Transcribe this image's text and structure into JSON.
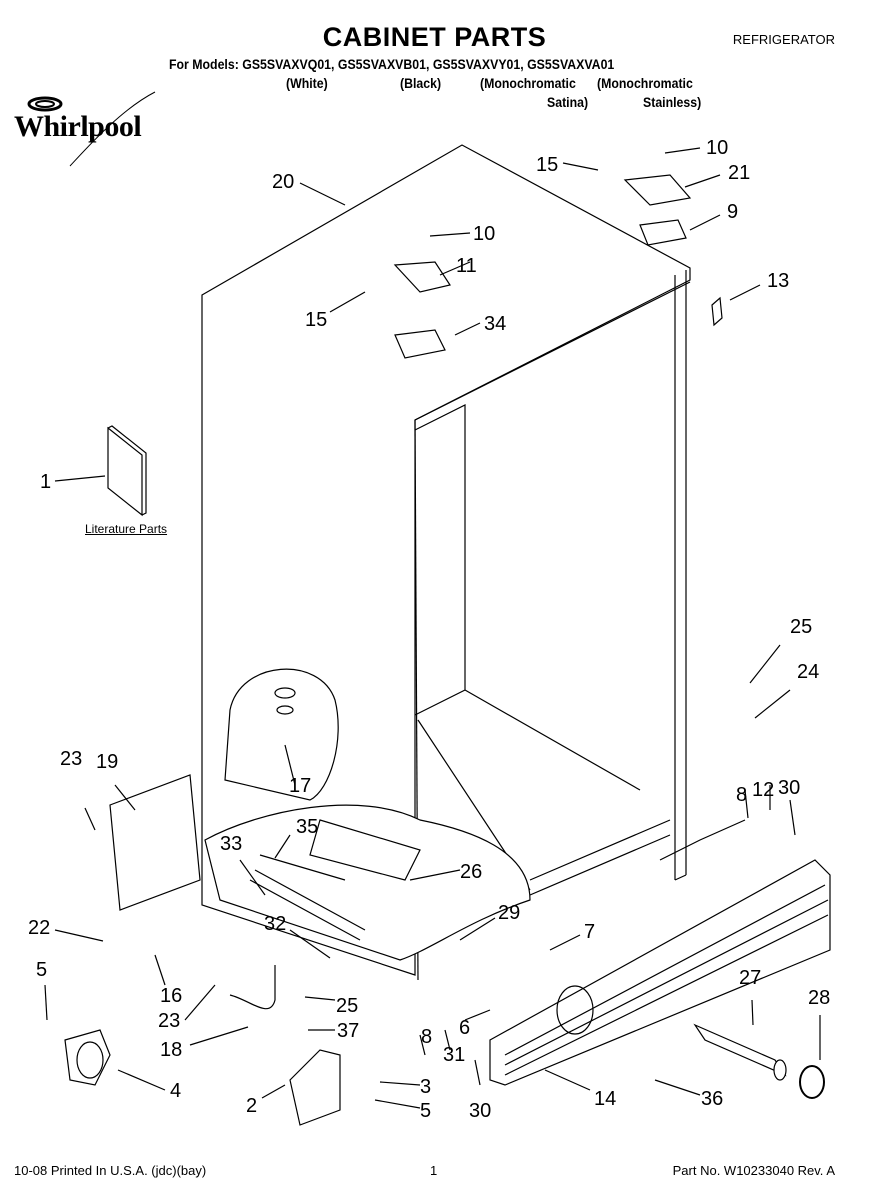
{
  "header": {
    "title": "CABINET PARTS",
    "category": "REFRIGERATOR",
    "models_line": "For Models: GS5SVAXVQ01, GS5SVAXVB01, GS5SVAXVY01, GS5SVAXVA01",
    "variants": [
      {
        "line1": "(White)",
        "line2": ""
      },
      {
        "line1": "(Black)",
        "line2": ""
      },
      {
        "line1": "(Monochromatic",
        "line2": "Satina)"
      },
      {
        "line1": "(Monochromatic",
        "line2": "Stainless)"
      }
    ]
  },
  "brand": {
    "name": "Whirlpool",
    "icon": "whirlpool-swirl-logo"
  },
  "literature": {
    "label": "Literature Parts",
    "callout": "1"
  },
  "callouts": [
    {
      "id": "c1",
      "text": "1"
    },
    {
      "id": "c20",
      "text": "20"
    },
    {
      "id": "c15a",
      "text": "15"
    },
    {
      "id": "c10a",
      "text": "10"
    },
    {
      "id": "c21",
      "text": "21"
    },
    {
      "id": "c9",
      "text": "9"
    },
    {
      "id": "c10b",
      "text": "10"
    },
    {
      "id": "c11",
      "text": "11"
    },
    {
      "id": "c15b",
      "text": "15"
    },
    {
      "id": "c34",
      "text": "34"
    },
    {
      "id": "c13",
      "text": "13"
    },
    {
      "id": "c25a",
      "text": "25"
    },
    {
      "id": "c24",
      "text": "24"
    },
    {
      "id": "c8a",
      "text": "8"
    },
    {
      "id": "c12",
      "text": "12"
    },
    {
      "id": "c30a",
      "text": "30"
    },
    {
      "id": "c23a",
      "text": "23"
    },
    {
      "id": "c19",
      "text": "19"
    },
    {
      "id": "c17",
      "text": "17"
    },
    {
      "id": "c35",
      "text": "35"
    },
    {
      "id": "c33",
      "text": "33"
    },
    {
      "id": "c26",
      "text": "26"
    },
    {
      "id": "c29",
      "text": "29"
    },
    {
      "id": "c7",
      "text": "7"
    },
    {
      "id": "c22",
      "text": "22"
    },
    {
      "id": "c32",
      "text": "32"
    },
    {
      "id": "c5a",
      "text": "5"
    },
    {
      "id": "c16",
      "text": "16"
    },
    {
      "id": "c23b",
      "text": "23"
    },
    {
      "id": "c25b",
      "text": "25"
    },
    {
      "id": "c37",
      "text": "37"
    },
    {
      "id": "c18",
      "text": "18"
    },
    {
      "id": "c6",
      "text": "6"
    },
    {
      "id": "c27",
      "text": "27"
    },
    {
      "id": "c28",
      "text": "28"
    },
    {
      "id": "c4",
      "text": "4"
    },
    {
      "id": "c8b",
      "text": "8"
    },
    {
      "id": "c31",
      "text": "31"
    },
    {
      "id": "c3",
      "text": "3"
    },
    {
      "id": "c2",
      "text": "2"
    },
    {
      "id": "c5b",
      "text": "5"
    },
    {
      "id": "c30b",
      "text": "30"
    },
    {
      "id": "c14",
      "text": "14"
    },
    {
      "id": "c36",
      "text": "36"
    }
  ],
  "footer": {
    "print_info": "10-08 Printed In U.S.A. (jdc)(bay)",
    "page_number": "1",
    "part_number": "Part No. W10233040 Rev. A"
  }
}
